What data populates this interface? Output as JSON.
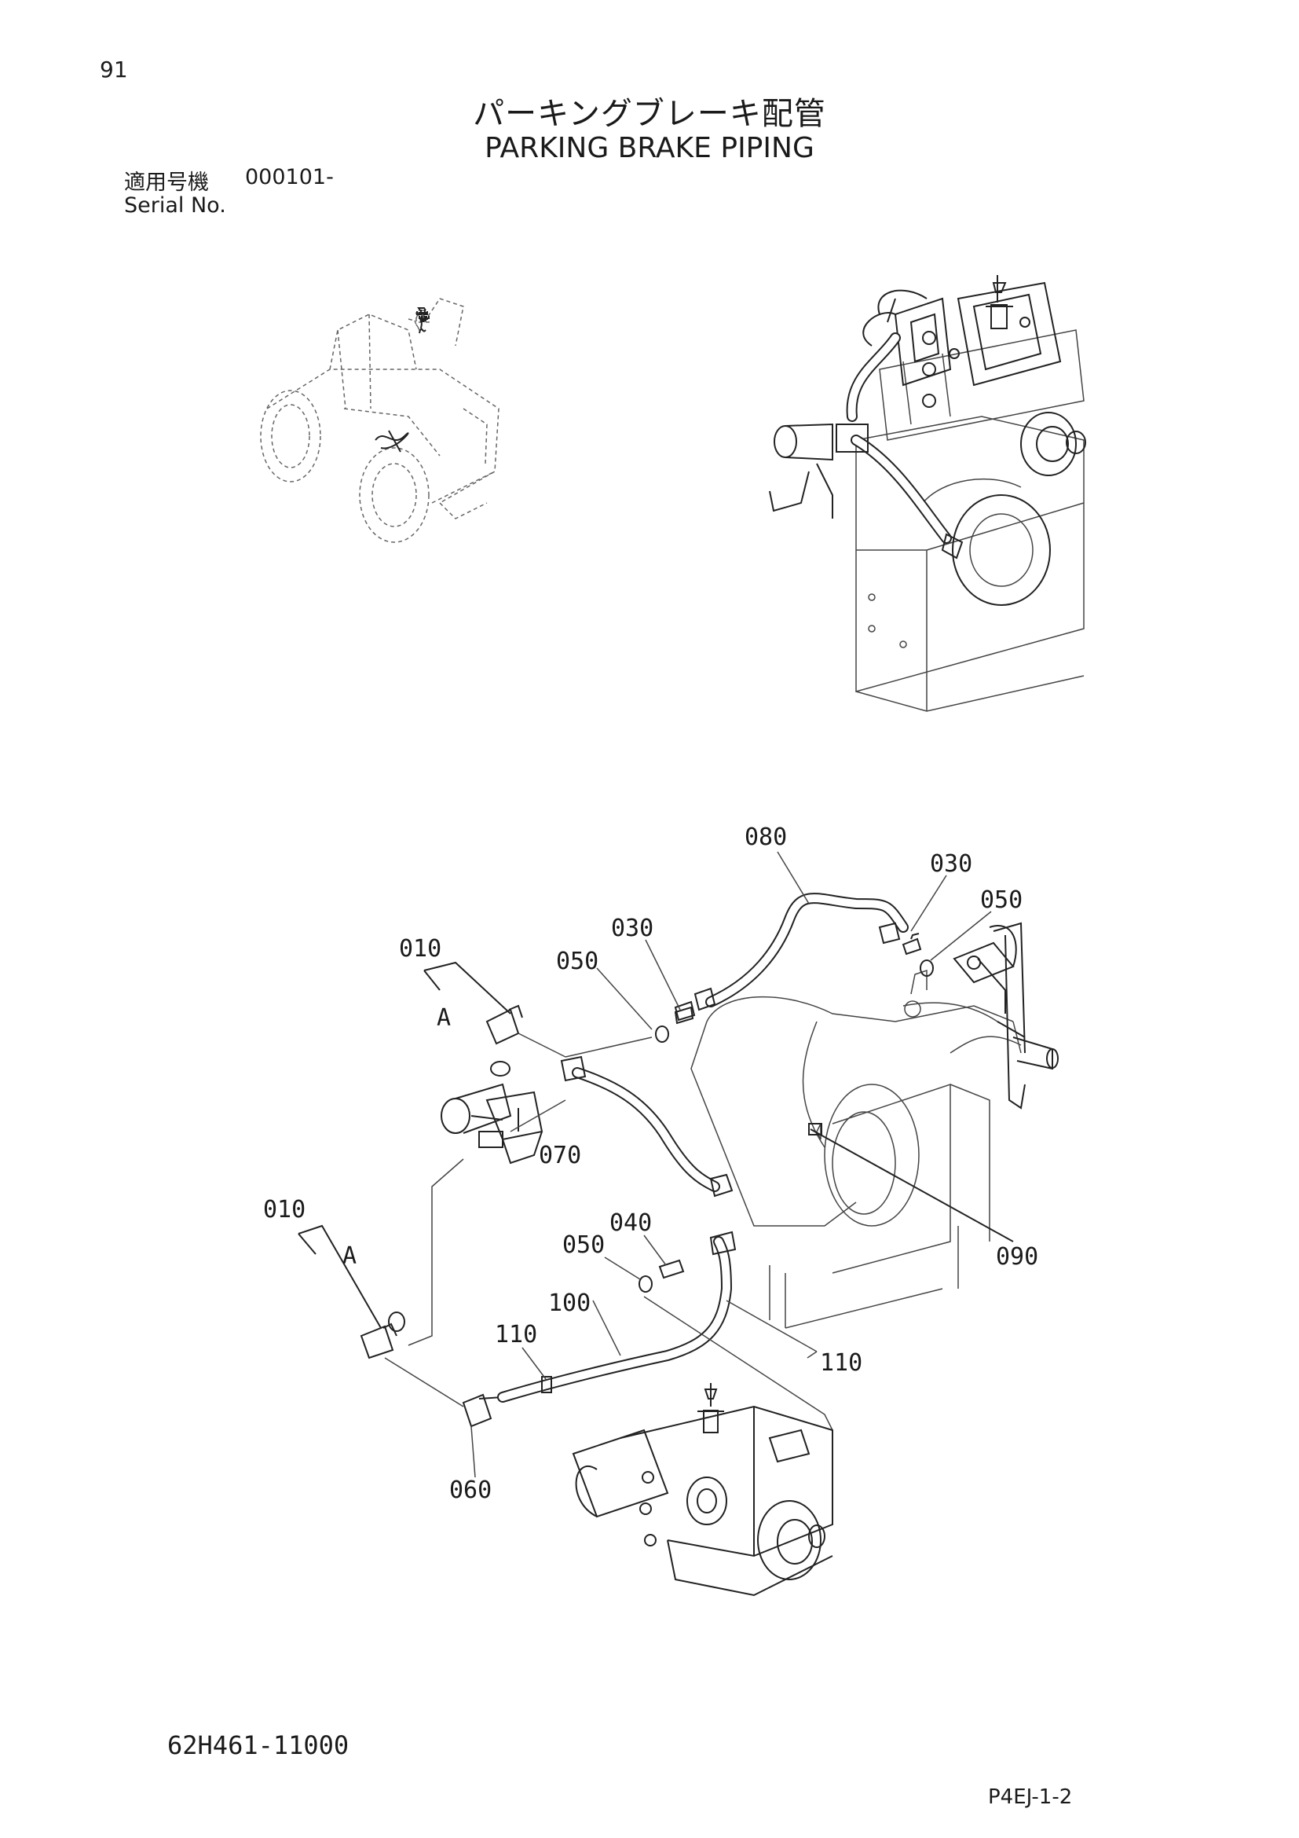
{
  "page_number": "91",
  "title_jp": "パーキングブレーキ配管",
  "title_en": "PARKING BRAKE PIPING",
  "serial": {
    "label_jp": "適用号機",
    "value": "000101-",
    "label_en": "Serial No."
  },
  "callouts": {
    "c010a": "010",
    "c010b": "010",
    "a1": "A",
    "a2": "A",
    "c050a": "050",
    "c030a": "030",
    "c080": "080",
    "c030b": "030",
    "c050b": "050",
    "c070": "070",
    "c040": "040",
    "c050c": "050",
    "c100": "100",
    "c110a": "110",
    "c110b": "110",
    "c090": "090",
    "c060": "060"
  },
  "drawing_number": "62H461-11000",
  "page_code": "P4EJ-1-2"
}
